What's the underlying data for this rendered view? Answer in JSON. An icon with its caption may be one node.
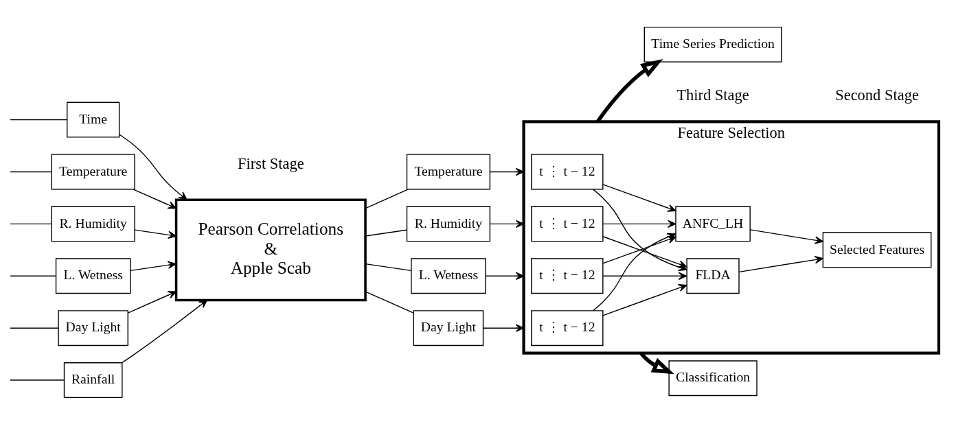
{
  "diagram": {
    "nodes": [
      {
        "text": [
          "Time"
        ]
      },
      {
        "text": [
          "Temperature"
        ]
      },
      {
        "text": [
          "R. Humidity"
        ]
      },
      {
        "text": [
          "L. Wetness"
        ]
      },
      {
        "text": [
          "Day Light"
        ]
      },
      {
        "text": [
          "Rainfall"
        ]
      },
      {
        "text": [
          "Pearson Correlations",
          "&",
          "Apple Scab"
        ]
      },
      {
        "text": [
          "Temperature"
        ]
      },
      {
        "text": [
          "R. Humidity"
        ]
      },
      {
        "text": [
          "L. Wetness"
        ]
      },
      {
        "text": [
          "Day Light"
        ]
      },
      {
        "text": [
          "Feature Selection"
        ]
      },
      {
        "text": [
          "t ⋮ t − 12"
        ],
        "in": 11
      },
      {
        "text": [
          "t ⋮ t − 12"
        ],
        "in": 11
      },
      {
        "text": [
          "t ⋮ t − 12"
        ],
        "in": 11
      },
      {
        "text": [
          "t ⋮ t − 12"
        ],
        "in": 11
      },
      {
        "text": [
          "ANFC_LH"
        ],
        "in": 11
      },
      {
        "text": [
          "FLDA"
        ],
        "in": 11
      },
      {
        "text": [
          "Selected Features"
        ],
        "in": 11
      },
      {
        "text": [
          "Classification"
        ]
      },
      {
        "text": [
          "Time Series Prediction"
        ]
      }
    ],
    "edges": [
      {
        "from": null,
        "to": 0,
        "arrow": "none"
      },
      {
        "from": null,
        "to": 1,
        "arrow": "none"
      },
      {
        "from": null,
        "to": 2,
        "arrow": "none"
      },
      {
        "from": null,
        "to": 3,
        "arrow": "none"
      },
      {
        "from": null,
        "to": 4,
        "arrow": "none"
      },
      {
        "from": null,
        "to": 5,
        "arrow": "none"
      },
      {
        "from": 0,
        "to": 6,
        "arrow": "to"
      },
      {
        "from": 1,
        "to": 6,
        "arrow": "to"
      },
      {
        "from": 2,
        "to": 6,
        "arrow": "to"
      },
      {
        "from": 3,
        "to": 6,
        "arrow": "to"
      },
      {
        "from": 4,
        "to": 6,
        "arrow": "to"
      },
      {
        "from": 5,
        "to": 6,
        "arrow": "to"
      },
      {
        "from": 6,
        "to": 7,
        "arrow": "none"
      },
      {
        "from": 6,
        "to": 8,
        "arrow": "none"
      },
      {
        "from": 6,
        "to": 9,
        "arrow": "none"
      },
      {
        "from": 6,
        "to": 10,
        "arrow": "none"
      },
      {
        "from": 7,
        "to": 11,
        "arrow": "to"
      },
      {
        "from": 8,
        "to": 11,
        "arrow": "to"
      },
      {
        "from": 9,
        "to": 11,
        "arrow": "to"
      },
      {
        "from": 10,
        "to": 11,
        "arrow": "to"
      },
      {
        "from": 12,
        "to": 16,
        "arrow": "to"
      },
      {
        "from": 12,
        "to": 17,
        "arrow": "to"
      },
      {
        "from": 13,
        "to": 16,
        "arrow": "to"
      },
      {
        "from": 13,
        "to": 17,
        "arrow": "to"
      },
      {
        "from": 14,
        "to": 16,
        "arrow": "to"
      },
      {
        "from": 14,
        "to": 17,
        "arrow": "to"
      },
      {
        "from": 15,
        "to": 16,
        "arrow": "to"
      },
      {
        "from": 15,
        "to": 17,
        "arrow": "to"
      },
      {
        "from": 16,
        "to": 18,
        "arrow": "to"
      },
      {
        "from": 17,
        "to": 18,
        "arrow": "to"
      },
      {
        "from": 11,
        "to": 19,
        "arrow": "to",
        "style": "thick"
      },
      {
        "from": 11,
        "to": 20,
        "arrow": "to",
        "style": "thick"
      }
    ],
    "labels": [
      "First Stage",
      "Second Stage",
      "Third Stage"
    ]
  }
}
